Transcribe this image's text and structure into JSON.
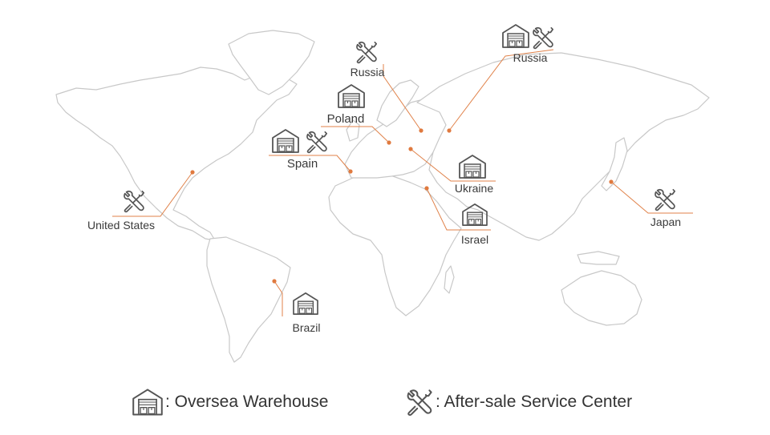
{
  "colors": {
    "land_stroke": "#c8c8c8",
    "leader": "#e0824a",
    "dot": "#e07a3f",
    "icon": "#555555"
  },
  "markers": [
    {
      "id": "united-states",
      "label": "United States",
      "icons": [
        "wrench-icon"
      ]
    },
    {
      "id": "spain",
      "label": "Spain",
      "icons": [
        "warehouse-icon",
        "wrench-icon"
      ]
    },
    {
      "id": "poland",
      "label": "Poland",
      "icons": [
        "warehouse-icon"
      ]
    },
    {
      "id": "russia-west",
      "label": "Russia",
      "icons": [
        "wrench-icon"
      ]
    },
    {
      "id": "russia-east",
      "label": "Russia",
      "icons": [
        "warehouse-icon",
        "wrench-icon"
      ]
    },
    {
      "id": "ukraine",
      "label": "Ukraine",
      "icons": [
        "warehouse-icon"
      ]
    },
    {
      "id": "israel",
      "label": "Israel",
      "icons": [
        "warehouse-icon"
      ]
    },
    {
      "id": "japan",
      "label": "Japan",
      "icons": [
        "wrench-icon"
      ]
    },
    {
      "id": "brazil",
      "label": "Brazil",
      "icons": [
        "warehouse-icon"
      ]
    }
  ],
  "legend": {
    "warehouse": {
      "icon": "warehouse-icon",
      "label": ": Oversea Warehouse"
    },
    "service": {
      "icon": "wrench-icon",
      "label": ": After-sale Service Center"
    }
  }
}
